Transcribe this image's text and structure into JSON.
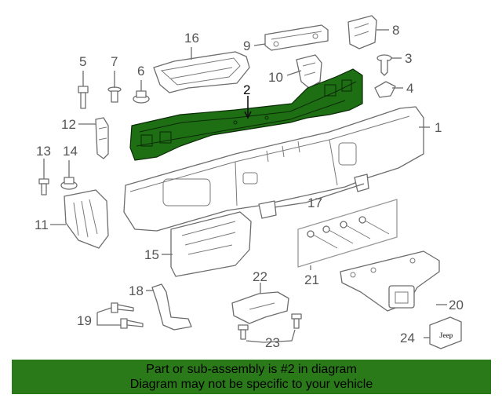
{
  "callouts": [
    {
      "id": "1",
      "label": "1"
    },
    {
      "id": "2",
      "label": "2"
    },
    {
      "id": "3",
      "label": "3"
    },
    {
      "id": "4",
      "label": "4"
    },
    {
      "id": "5",
      "label": "5"
    },
    {
      "id": "6",
      "label": "6"
    },
    {
      "id": "7",
      "label": "7"
    },
    {
      "id": "8",
      "label": "8"
    },
    {
      "id": "9",
      "label": "9"
    },
    {
      "id": "10",
      "label": "10"
    },
    {
      "id": "11",
      "label": "11"
    },
    {
      "id": "12",
      "label": "12"
    },
    {
      "id": "13",
      "label": "13"
    },
    {
      "id": "14",
      "label": "14"
    },
    {
      "id": "15",
      "label": "15"
    },
    {
      "id": "16",
      "label": "16"
    },
    {
      "id": "17",
      "label": "17"
    },
    {
      "id": "18",
      "label": "18"
    },
    {
      "id": "19",
      "label": "19"
    },
    {
      "id": "20",
      "label": "20"
    },
    {
      "id": "21",
      "label": "21"
    },
    {
      "id": "22",
      "label": "22"
    },
    {
      "id": "23",
      "label": "23"
    },
    {
      "id": "24",
      "label": "24"
    }
  ],
  "highlighted_part": "2",
  "emblem_text": "Jeep",
  "banner": {
    "line1": "Part or sub-assembly is #2 in diagram",
    "line2": "Diagram may not be specific to your vehicle"
  },
  "colors": {
    "highlight": "#1e6e14",
    "banner": "#2a7a1a"
  }
}
